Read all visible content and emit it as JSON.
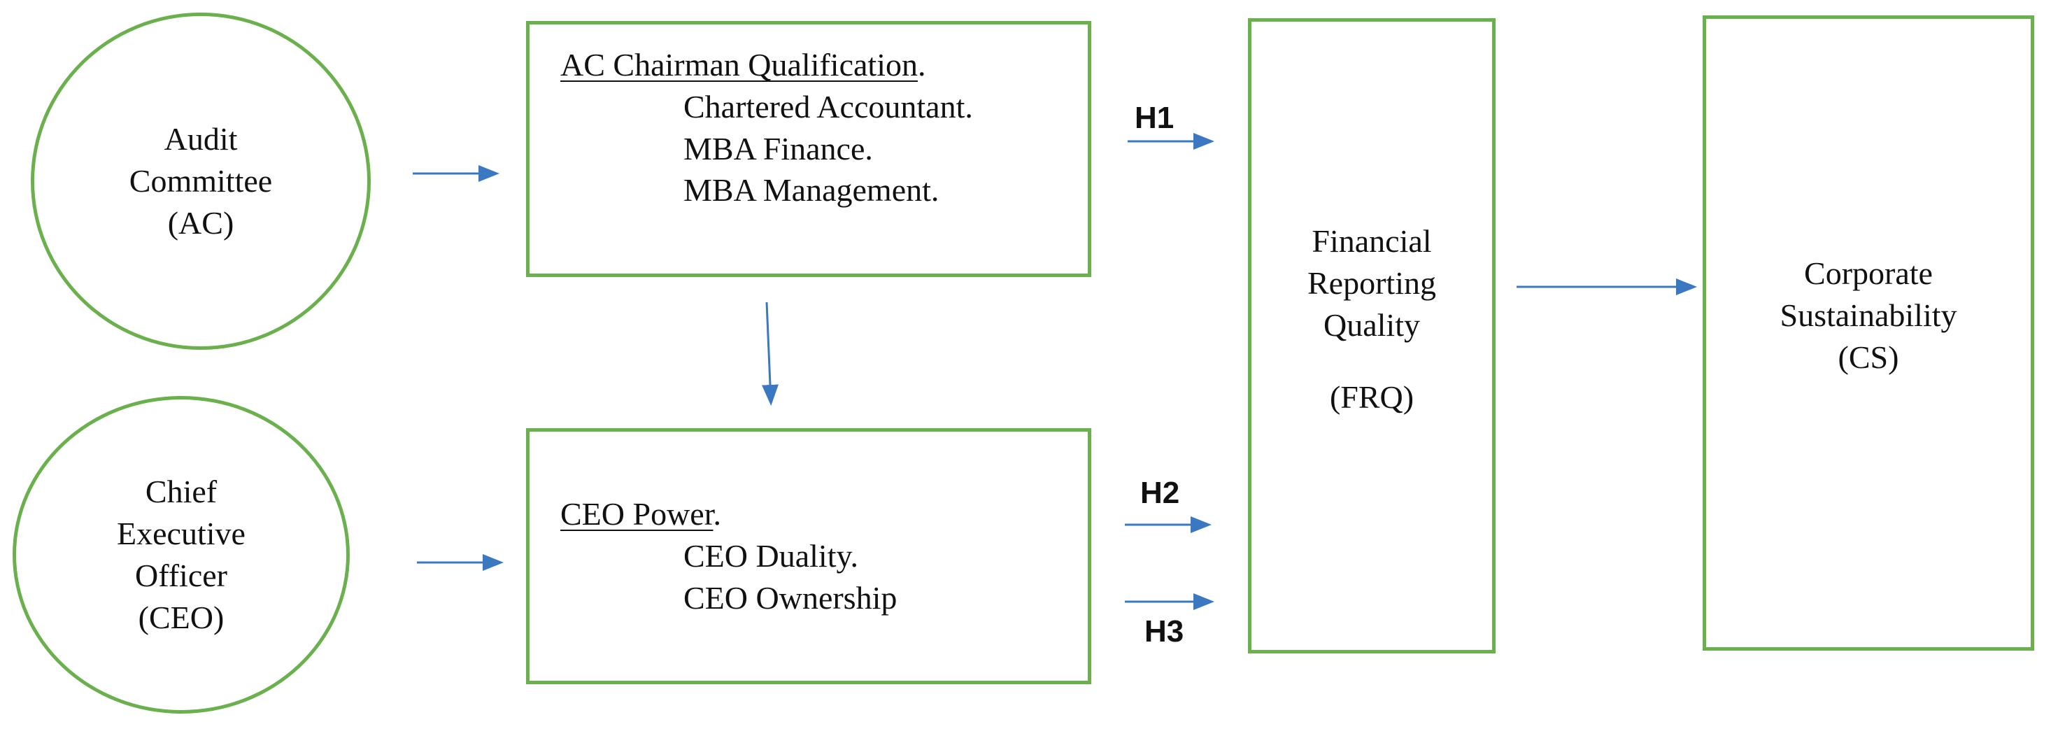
{
  "nodes": {
    "audit_committee": [
      "Audit",
      "Committee",
      "(AC)"
    ],
    "ceo": [
      "Chief",
      "Executive",
      "Officer",
      "(CEO)"
    ],
    "ac_box": {
      "heading": "AC Chairman Qualification",
      "heading_suffix": ".",
      "items": [
        "Chartered Accountant.",
        "MBA Finance.",
        "MBA Management."
      ]
    },
    "ceo_box": {
      "heading": "CEO Power",
      "heading_suffix": ".",
      "items": [
        "CEO Duality.",
        "CEO Ownership"
      ]
    },
    "frq": [
      "Financial",
      "Reporting",
      "Quality",
      "(FRQ)"
    ],
    "cs": [
      "Corporate",
      "Sustainability",
      "(CS)"
    ]
  },
  "hypotheses": [
    "H1",
    "H2",
    "H3"
  ],
  "colors": {
    "border": "#6ab04c",
    "arrow": "#3a78c2"
  }
}
